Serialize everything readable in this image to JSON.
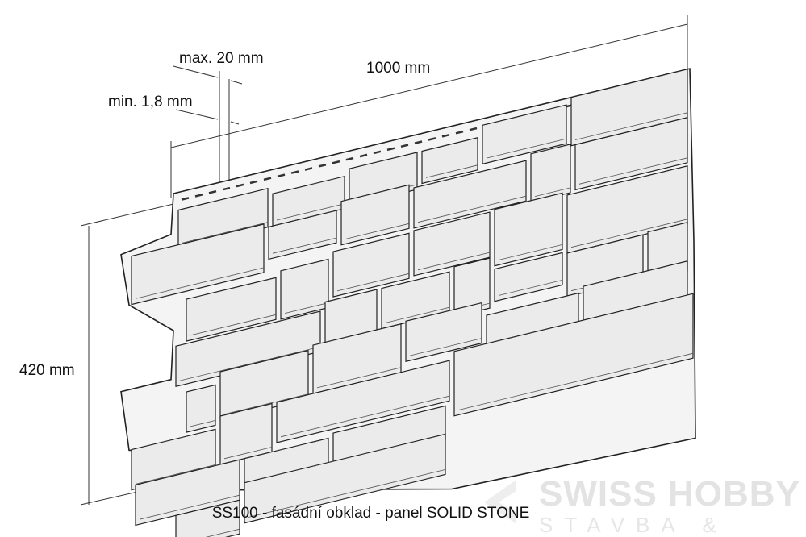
{
  "dimensions": {
    "width": "1000 mm",
    "height": "420 mm",
    "max_gap": "max. 20 mm",
    "min_gap": "min. 1,8 mm"
  },
  "caption": "SS100 - fasádní obklad - panel SOLID STONE",
  "watermark": {
    "brand": "SWISS HOBBY",
    "tagline": "STAVBA & ZAHRADA"
  },
  "colors": {
    "line": "#222222",
    "panel": "#f4f4f4",
    "stone": "#ebebeb",
    "watermark": "#e3e3e3"
  }
}
